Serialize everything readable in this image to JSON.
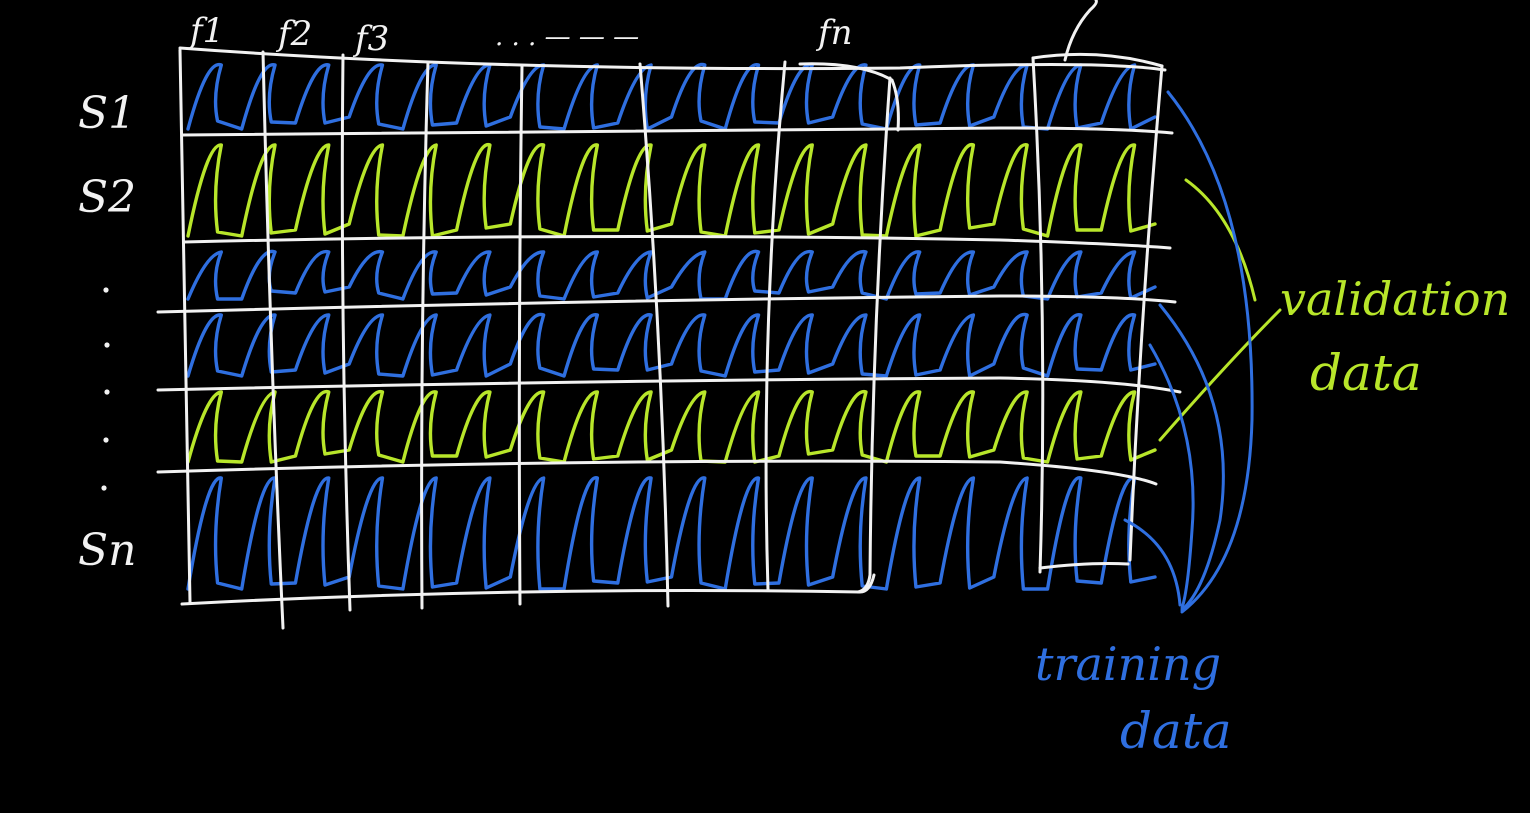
{
  "colors": {
    "background": "#000000",
    "chalk": "#f2f2f2",
    "training": "#2f6fe0",
    "validation": "#b8e62a"
  },
  "header": {
    "features": [
      "f1",
      "f2",
      "f3",
      "fn"
    ],
    "ellipsis": ". . . — — —"
  },
  "rows": {
    "labels": [
      "S1",
      "S2",
      "Sn"
    ],
    "row_colors": [
      "training",
      "validation",
      "training",
      "training",
      "validation",
      "training"
    ]
  },
  "legend": {
    "validation_line1": "validation",
    "validation_line2": "data",
    "training_line1": "training",
    "training_line2": "data"
  }
}
